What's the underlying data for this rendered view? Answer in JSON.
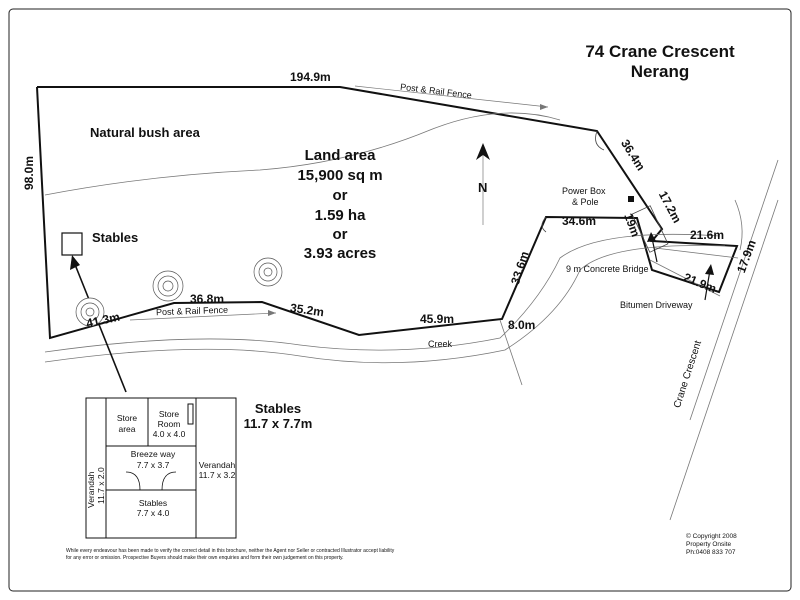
{
  "title": {
    "line1": "74 Crane Crescent",
    "line2": "Nerang"
  },
  "land_area": {
    "heading": "Land area",
    "sqm": "15,900 sq m",
    "or1": "or",
    "ha": "1.59 ha",
    "or2": "or",
    "acres": "3.93 acres"
  },
  "measurements": {
    "top": "194.9m",
    "left": "98.0m",
    "seg1": "41.3m",
    "seg2": "36.8m",
    "seg3": "35.2m",
    "seg4": "45.9m",
    "seg5": "8.0m",
    "seg6": "33.6m",
    "seg7": "34.6m",
    "seg8": "19m",
    "seg9": "17.2m",
    "seg10": "36.4m",
    "seg11": "21.6m",
    "seg12": "17.9m",
    "seg13": "21.9m"
  },
  "labels": {
    "natural_bush": "Natural bush area",
    "stables": "Stables",
    "fence_top": "Post & Rail Fence",
    "fence_bottom": "Post & Rail Fence",
    "creek": "Creek",
    "power_box_1": "Power Box",
    "power_box_2": "& Pole",
    "bridge": "9 m Concrete Bridge",
    "driveway": "Bitumen Driveway",
    "crane_crescent": "Crane Crescent",
    "north": "N"
  },
  "stables_plan": {
    "title": "Stables",
    "size": "11.7 x 7.7m",
    "store_area_1": "Store",
    "store_area_2": "area",
    "store_room_1": "Store",
    "store_room_2": "Room",
    "store_room_3": "4.0 x 4.0",
    "breezeway_1": "Breeze way",
    "breezeway_2": "7.7 x 3.7",
    "verandah_right_1": "Verandah",
    "verandah_right_2": "11.7 x 3.2",
    "verandah_left_1": "Verandah",
    "verandah_left_2": "11.7 x 2.0",
    "stables_1": "Stables",
    "stables_2": "7.7 x 4.0"
  },
  "disclaimer": {
    "line1": "While every endeavour has been made to verify the correct detail in this brochure, neither the Agent nor Seller or contracted Illustrator accept liability",
    "line2": "for any error or omission. Prospective Buyers should make their own enquiries and form their own judgement on this property."
  },
  "copyright": {
    "line1": "Copyright 2008",
    "line2": "Property Onsite",
    "line3": "Ph:0408 833 707"
  }
}
